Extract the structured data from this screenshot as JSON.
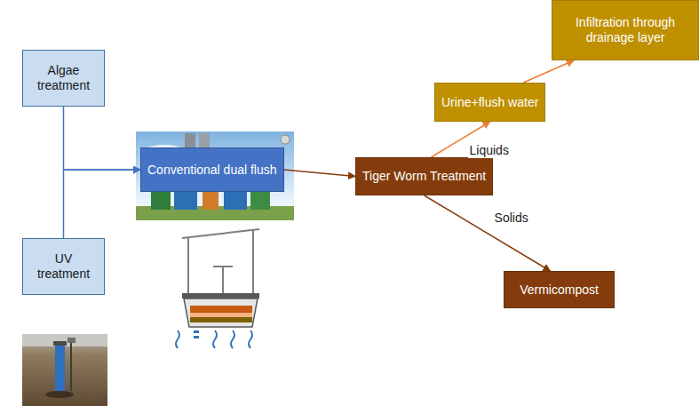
{
  "diagram": {
    "nodes": [
      {
        "text": [
          "Algae treatment"
        ]
      },
      {
        "text": [
          "UV treatment"
        ]
      },
      {
        "text": [
          "Conventional dual flush"
        ]
      },
      {
        "text": [
          "Tiger Worm Treatment"
        ]
      },
      {
        "text": [
          "Urine+flush water"
        ]
      },
      {
        "text": [
          "Infiltration through drainage layer"
        ]
      },
      {
        "text": [
          "Vermicompost"
        ]
      }
    ],
    "edges": [
      {
        "from": 0,
        "to": 2,
        "arrow": "to"
      },
      {
        "from": 1,
        "to": 2,
        "arrow": "to"
      },
      {
        "from": 2,
        "to": 3,
        "arrow": "to"
      },
      {
        "from": 3,
        "to": 4,
        "label": "Liquids",
        "arrow": "to"
      },
      {
        "from": 4,
        "to": 5,
        "arrow": "to"
      },
      {
        "from": 3,
        "to": 6,
        "label": "Solids",
        "arrow": "to"
      }
    ]
  }
}
